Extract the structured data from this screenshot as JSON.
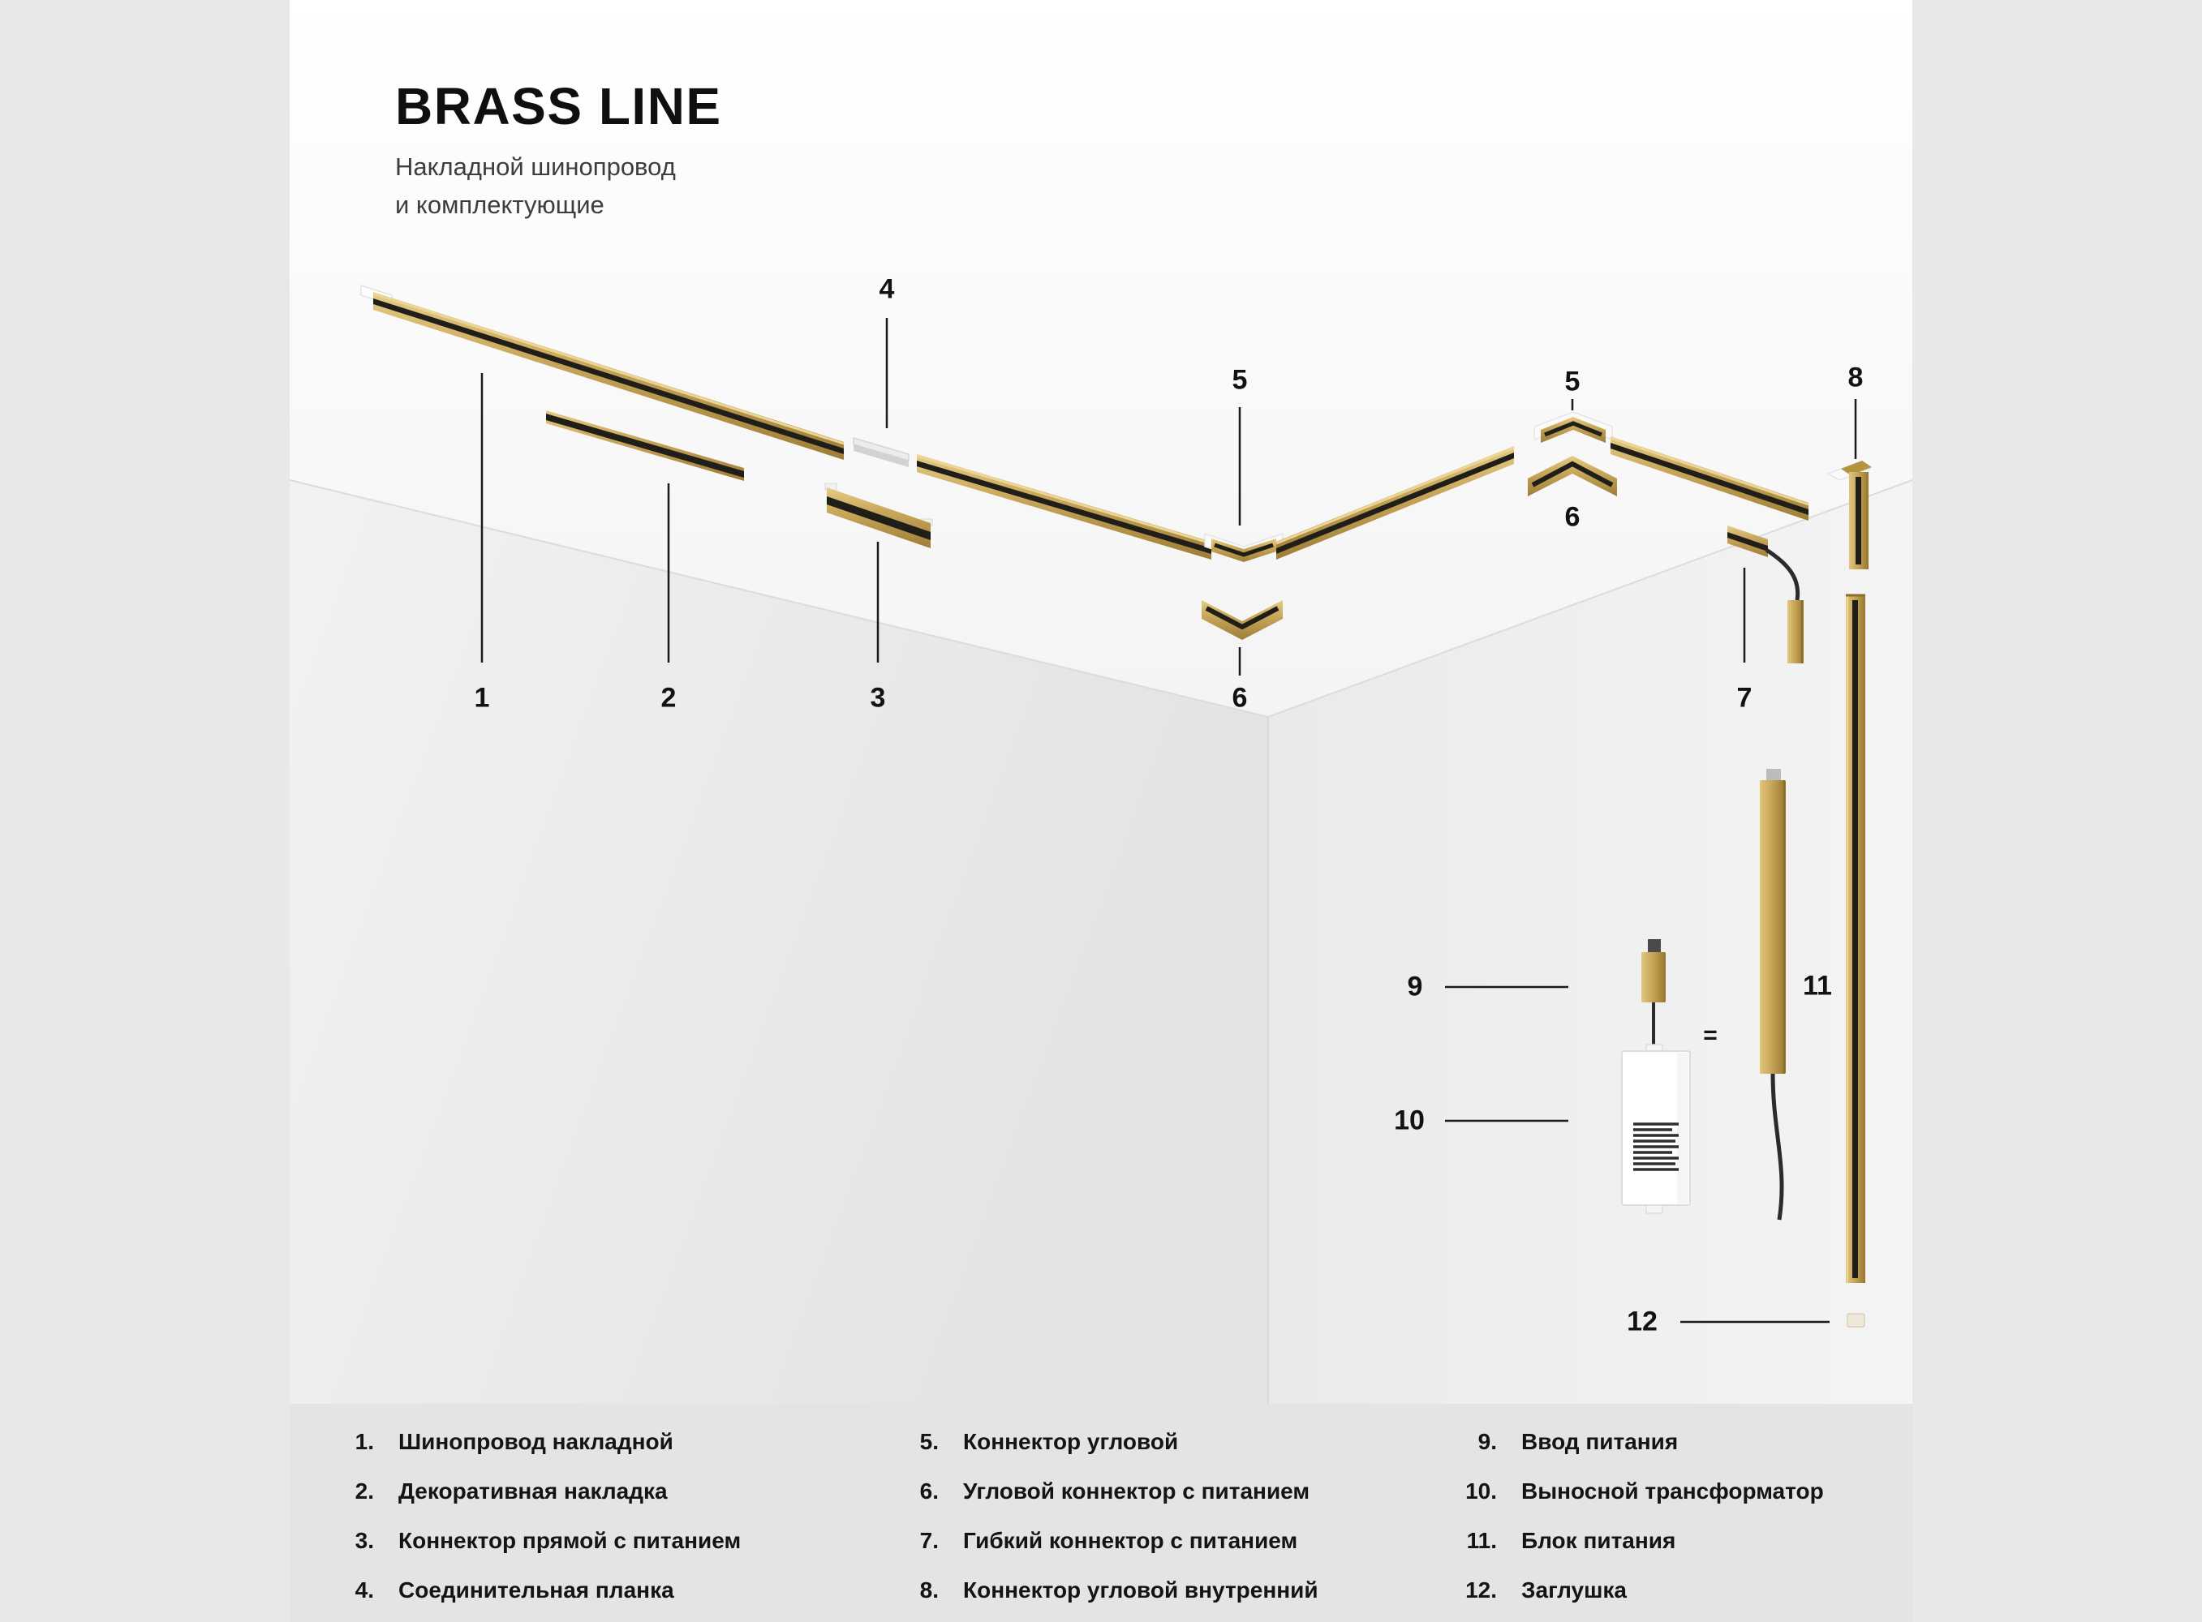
{
  "header": {
    "title": "BRASS LINE",
    "subtitle_line1": "Накладной шинопровод",
    "subtitle_line2": "и комплектующие"
  },
  "callouts": {
    "n1": "1",
    "n2": "2",
    "n3": "3",
    "n4": "4",
    "n5a": "5",
    "n5b": "5",
    "n6a": "6",
    "n6b": "6",
    "n7": "7",
    "n8": "8",
    "n9": "9",
    "n10": "10",
    "n11": "11",
    "n12": "12",
    "equals": "="
  },
  "legend": {
    "columns": [
      {
        "items": [
          {
            "num": "1.",
            "label": "Шинопровод накладной"
          },
          {
            "num": "2.",
            "label": "Декоративная накладка"
          },
          {
            "num": "3.",
            "label": "Коннектор прямой с питанием"
          },
          {
            "num": "4.",
            "label": "Соединительная планка"
          }
        ]
      },
      {
        "items": [
          {
            "num": "5.",
            "label": "Коннектор угловой"
          },
          {
            "num": "6.",
            "label": "Угловой коннектор с питанием"
          },
          {
            "num": "7.",
            "label": "Гибкий коннектор с питанием"
          },
          {
            "num": "8.",
            "label": "Коннектор угловой внутренний"
          }
        ]
      },
      {
        "items": [
          {
            "num": "9.",
            "label": "Ввод питания"
          },
          {
            "num": "10.",
            "label": "Выносной трансформатор"
          },
          {
            "num": "11.",
            "label": "Блок питания"
          },
          {
            "num": "12.",
            "label": "Заглушка"
          }
        ]
      }
    ]
  },
  "colors": {
    "brass": "#c8a65a",
    "brass_dark": "#9e7e37",
    "slot": "#201e19",
    "canvas_bg": "#e8e8e8",
    "footer_bg": "#e4e4e4",
    "wall": "#ececec",
    "ceiling": "#fbfbfb",
    "text": "#141414"
  }
}
